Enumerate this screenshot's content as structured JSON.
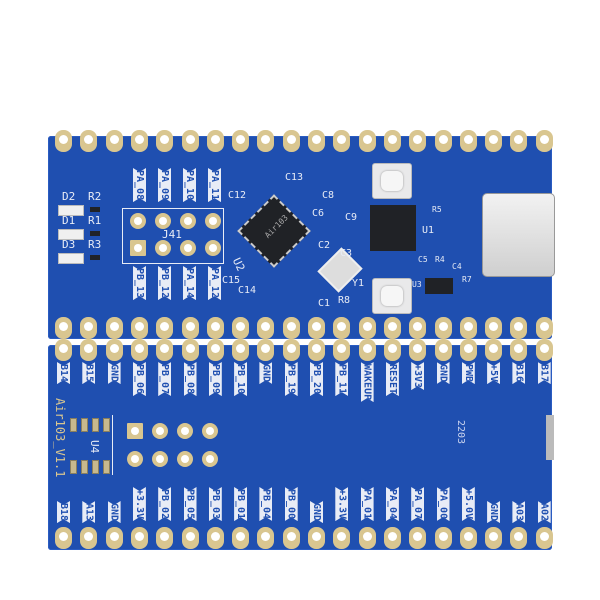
{
  "top_board": {
    "header_label": "J41",
    "header_top_labels": [
      "PA_08",
      "PA_09",
      "PA_10",
      "PA_11"
    ],
    "header_bottom_labels": [
      "PB_13",
      "PB_12",
      "PA_14",
      "PA_12"
    ],
    "led_labels": [
      "D2",
      "D1",
      "D3"
    ],
    "resistor_labels": [
      "R2",
      "R1",
      "R3"
    ],
    "mcu_marking": "Air103",
    "mcu_ref": "U2",
    "silk_refs": [
      "C12",
      "C13",
      "C15",
      "C14",
      "C8",
      "C6",
      "C9",
      "C2",
      "C3",
      "C1",
      "Y1",
      "R8",
      "U1",
      "C5",
      "R4",
      "C4",
      "R5",
      "R7",
      "U3"
    ]
  },
  "bottom_board": {
    "board_name": "Air103_V1.1",
    "module_ref": "U4",
    "date_code": "2203",
    "top_pin_labels": [
      "B14",
      "B15",
      "GND",
      "PB_06",
      "PB_07",
      "PB_08",
      "PB_09",
      "PB_10",
      "GND",
      "PB_19",
      "PB_20",
      "PB_11",
      "WAKEUP",
      "RESET",
      "+3V3",
      "GND",
      "PWB",
      "+5V",
      "B16",
      "B17"
    ],
    "bottom_pin_labels": [
      "B18",
      "A13",
      "GND",
      "+3.3V",
      "PB_02",
      "PB_05",
      "PB_03",
      "PB_01",
      "PB_04",
      "PB_00",
      "GND",
      "+3.3V",
      "PA_01",
      "PA_04",
      "PA_07",
      "PA_00",
      "+5.0V",
      "GND",
      "A03",
      "A02"
    ]
  },
  "colors": {
    "pcb": "#1f4fb0",
    "pad": "#d9c690",
    "silk": "#e8ecf6"
  }
}
